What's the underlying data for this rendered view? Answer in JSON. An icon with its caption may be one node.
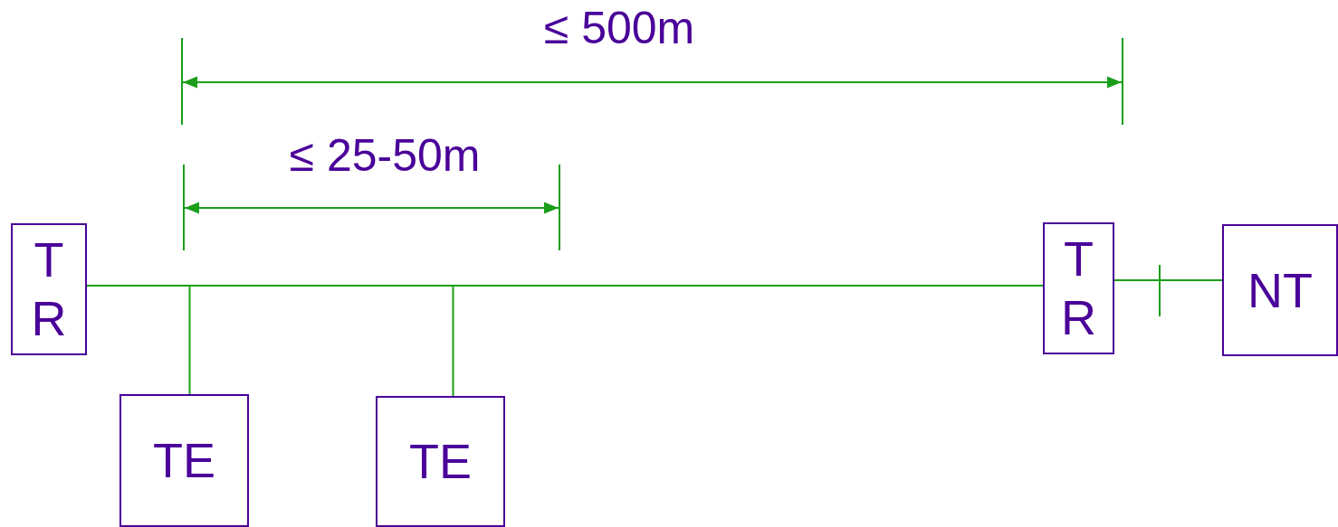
{
  "diagram": {
    "nodes": [
      {
        "text": [
          "T R"
        ]
      },
      {
        "text": [
          "TE"
        ]
      },
      {
        "text": [
          "TE"
        ]
      },
      {
        "text": [
          "T R"
        ]
      },
      {
        "text": [
          "NT"
        ]
      }
    ],
    "edges": [
      {
        "from": 0,
        "to": 3,
        "arrow": "none"
      },
      {
        "from": 1,
        "to": 0,
        "arrow": "none"
      },
      {
        "from": 2,
        "to": 0,
        "arrow": "none"
      },
      {
        "from": 3,
        "to": 4,
        "arrow": "none"
      }
    ],
    "labels": [
      "≤ 500m",
      "≤ 25-50m"
    ]
  }
}
